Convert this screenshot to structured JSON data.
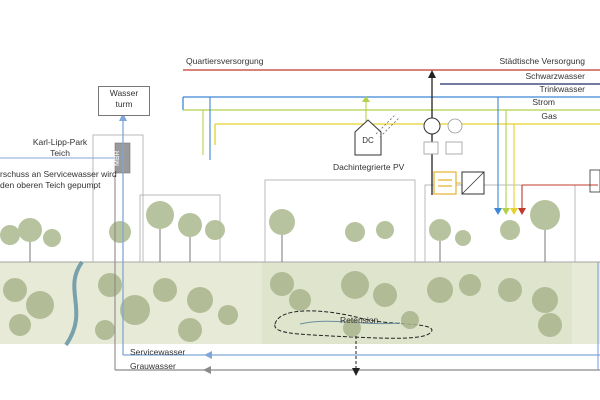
{
  "supply_lines": {
    "quartier": "Quartiersversorgung",
    "staedtisch": "Städtische Versorgung",
    "schwarzwasser": "Schwarzwasser",
    "trinkwasser": "Trinkwasser",
    "strom": "Strom",
    "gas": "Gas"
  },
  "return_lines": {
    "servicewasser": "Servicewasser",
    "grauwasser": "Grauwasser"
  },
  "labels": {
    "wasserturm_line1": "Wasser",
    "wasserturm_line2": "turm",
    "mbr": "MBR",
    "park_line1": "Karl-Lipp-Park",
    "park_line2": "Teich",
    "note_line1": "rschuss an Servicewasser wird",
    "note_line2": "den oberen Teich gepumpt",
    "pv": "Dachintegrierte PV",
    "dc": "DC",
    "retension": "Retension"
  },
  "colors": {
    "quartier": "#c0392b",
    "schwarzwasser": "#1f2c6b",
    "trinkwasser": "#3d88d4",
    "strom": "#b4d14a",
    "gas": "#e5d22e",
    "grauwasser": "#8a8a8a",
    "servicewasser": "#7fa7d8",
    "ground": "#e6e9d5",
    "tree": "#a9b58c"
  }
}
